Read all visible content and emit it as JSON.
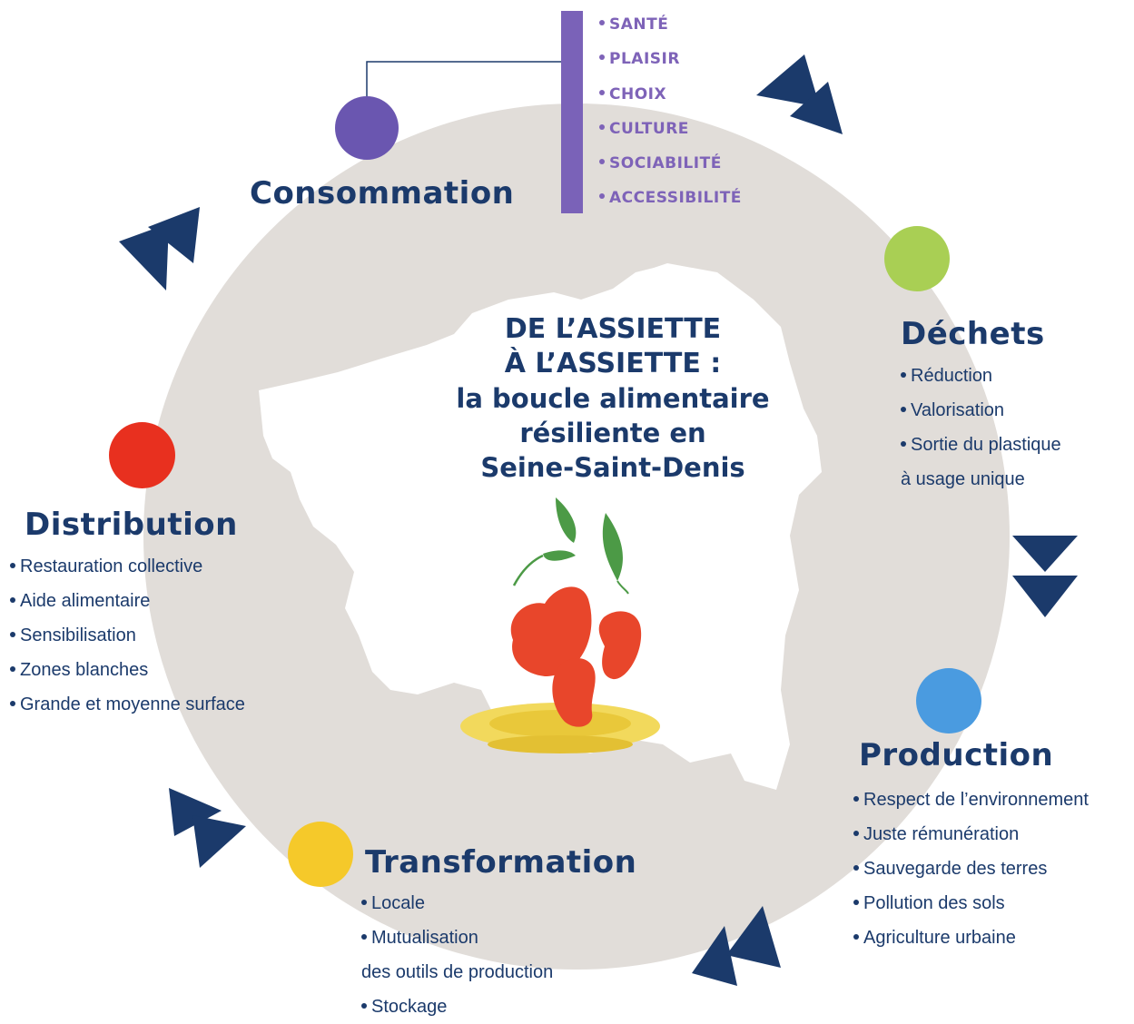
{
  "title": {
    "line1": "DE L’ASSIETTE",
    "line2": "À L’ASSIETTE :",
    "line3": "la boucle alimentaire",
    "line4": "résiliente en",
    "line5": "Seine-Saint-Denis"
  },
  "consommation": {
    "heading": "Consommation",
    "color": "#6a56b0",
    "values": [
      "SANTÉ",
      "PLAISIR",
      "CHOIX",
      "CULTURE",
      "SOCIABILITÉ",
      "ACCESSIBILITÉ"
    ]
  },
  "dechets": {
    "heading": "Déchets",
    "color": "#a9cf54",
    "items": [
      "Réduction",
      "Valorisation",
      "Sortie du plastique"
    ],
    "continuation": "à usage unique"
  },
  "production": {
    "heading": "Production",
    "color": "#4a9be0",
    "items": [
      "Respect de l’environnement",
      "Juste rémunération",
      "Sauvegarde des terres",
      "Pollution des sols",
      "Agriculture urbaine"
    ]
  },
  "transformation": {
    "heading": "Transformation",
    "color": "#f5c92a",
    "items": [
      "Locale",
      "Mutualisation"
    ],
    "continuation": "des outils de production",
    "last": "Stockage"
  },
  "distribution": {
    "heading": "Distribution",
    "color": "#e8301f",
    "items": [
      "Restauration collective",
      "Aide alimentaire",
      "Sensibilisation",
      "Zones blanches",
      "Grande et moyenne surface"
    ]
  },
  "colors": {
    "navy": "#1b3a6b",
    "circle_bg": "#e1ddd9",
    "value_purple": "#7e63b8",
    "bar_purple": "#7a62b8"
  }
}
